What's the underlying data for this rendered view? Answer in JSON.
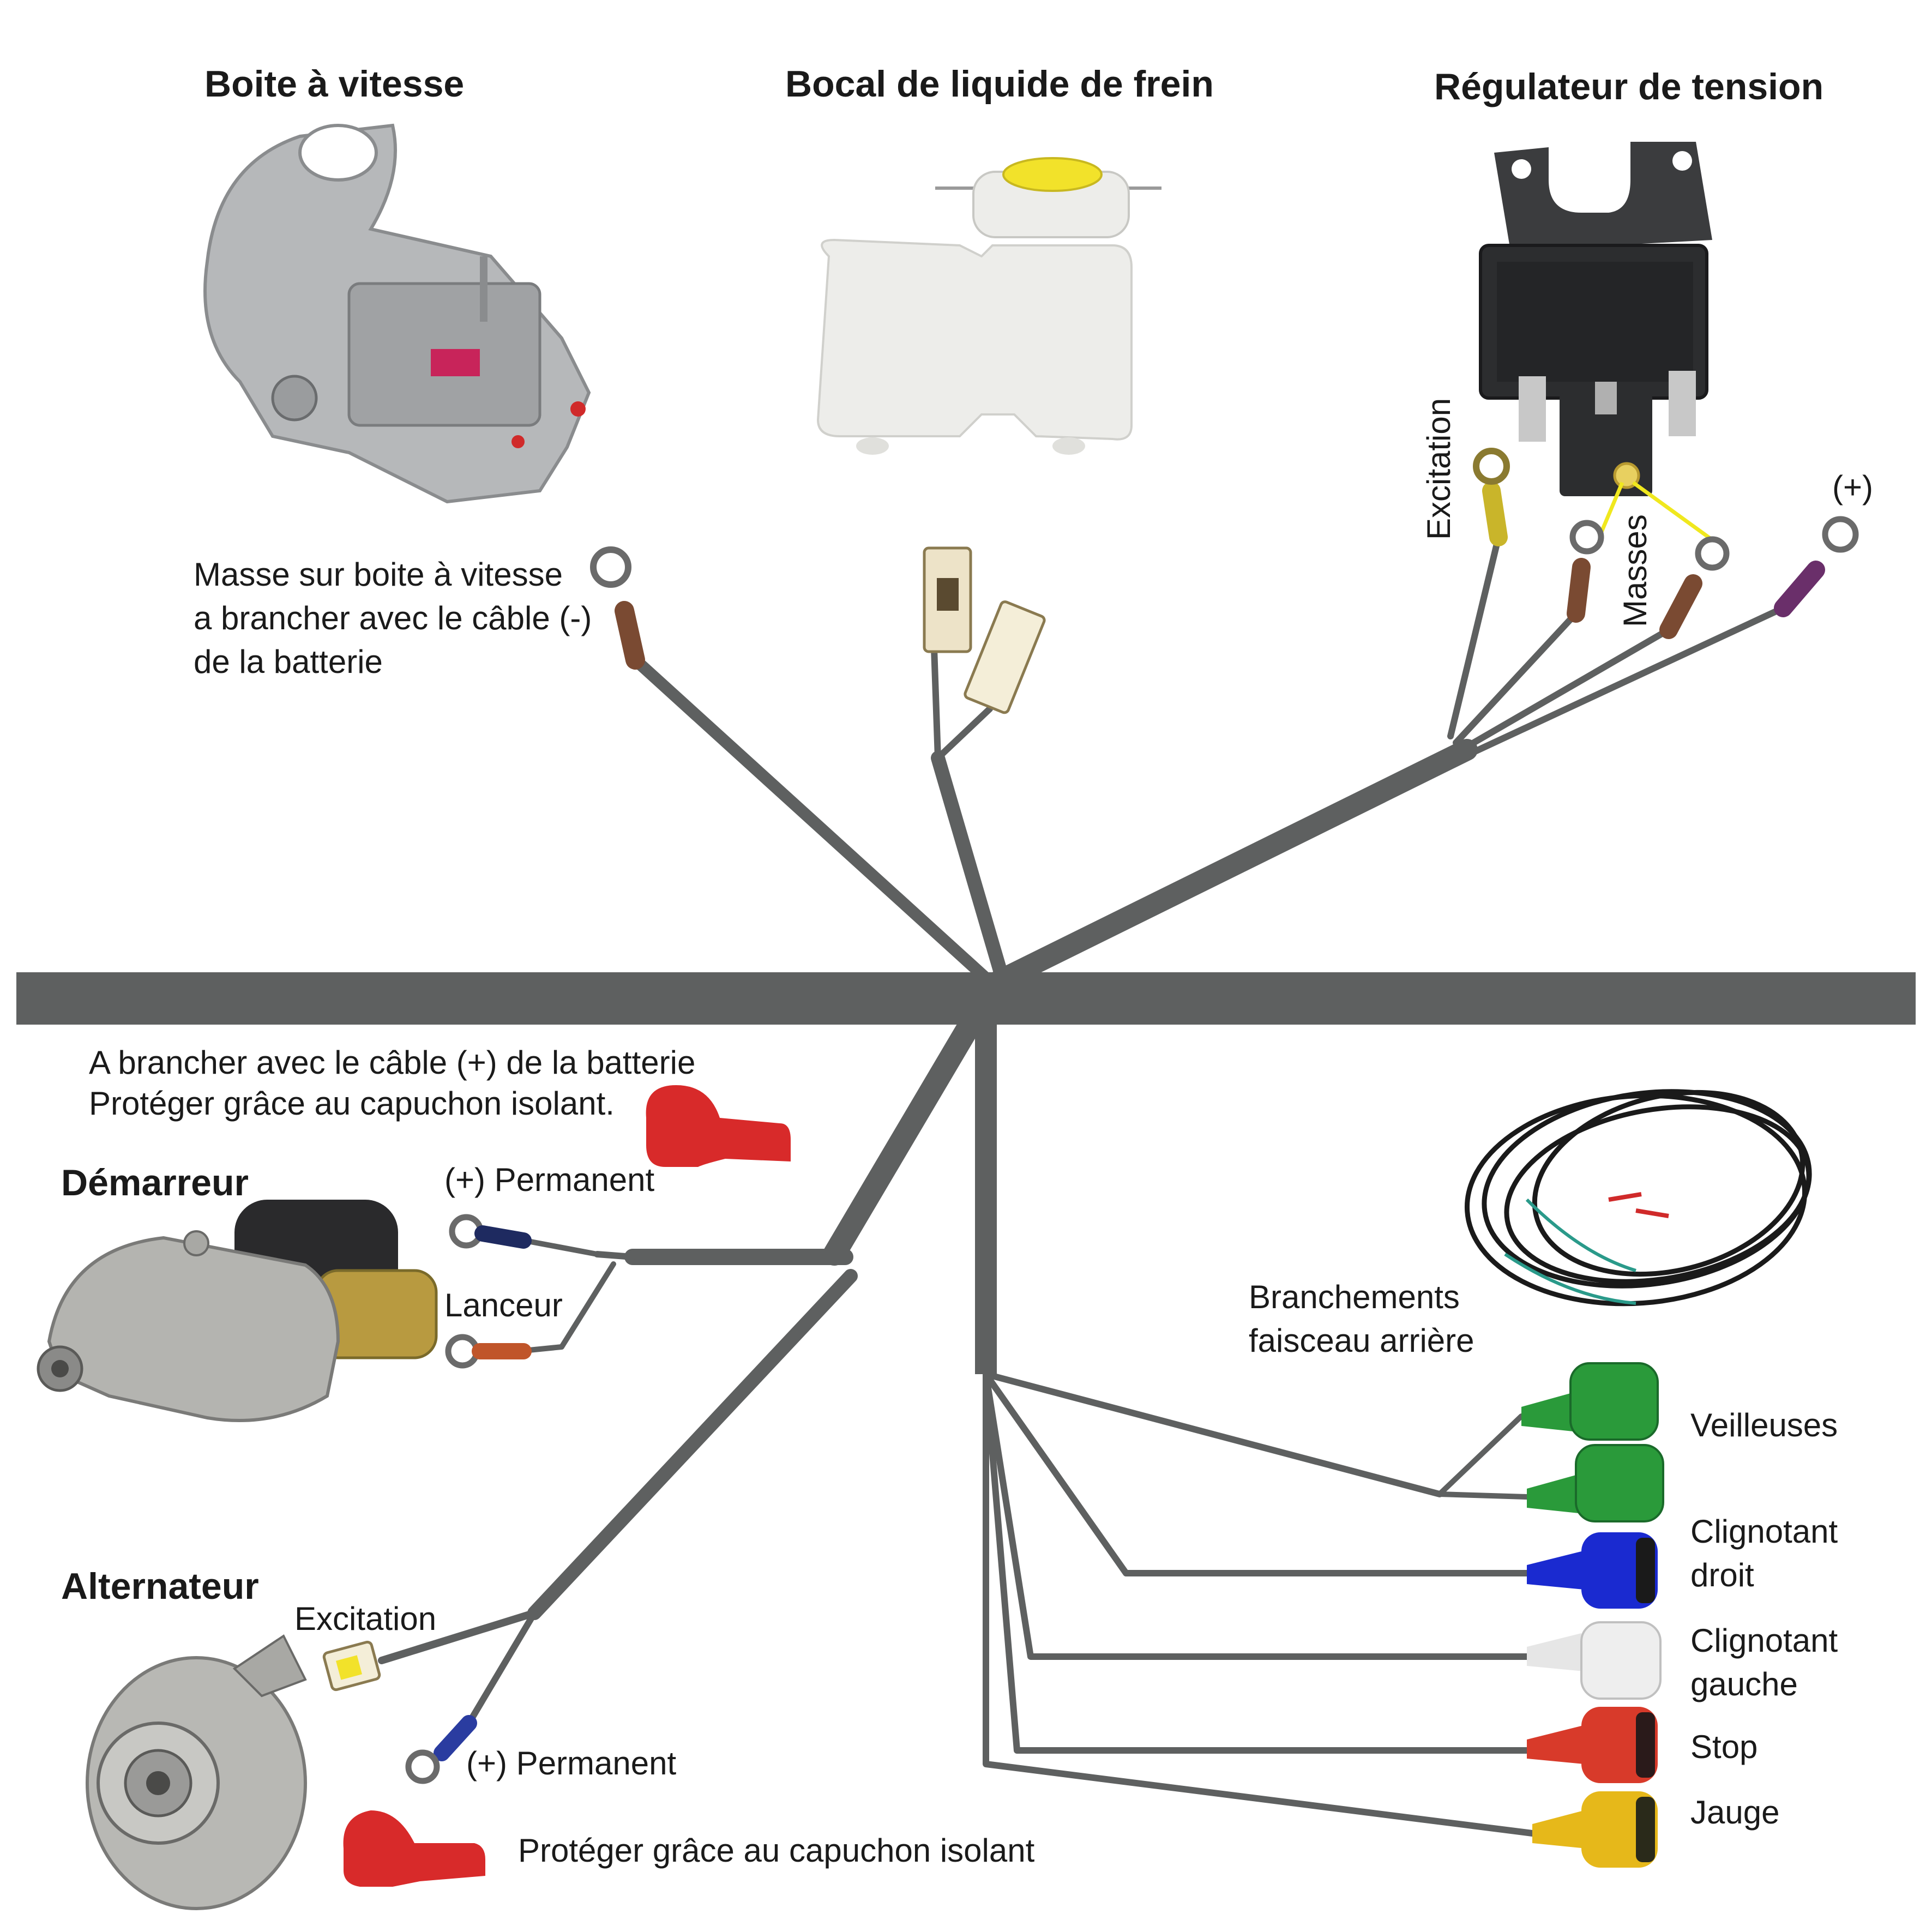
{
  "colors": {
    "wire": "#5e6060",
    "background": "#ffffff",
    "gearbox": "#b6b8ba",
    "reservoir": "#ededea",
    "reservoir_cap": "#f2e22a",
    "regulator": "#3b3c3e",
    "arrow": "#f0e81e",
    "excitation_wire": "#c9b52a",
    "mass_wire": "#7a4a32",
    "positive_wire": "#6a2f6a",
    "gearbox_ground_wire": "#7a4a32",
    "starter_permanent_wire": "#1e2a60",
    "starter_lanceur_wire": "#c0552a",
    "alternator_permanent_wire": "#2a3ca0",
    "red_cap": "#d82a2a",
    "connector_green": "#2a9a3a",
    "connector_blue": "#1a2ad0",
    "connector_white": "#eeeeee",
    "connector_red": "#d83a2a",
    "connector_yellow": "#e6b81a"
  },
  "top": {
    "gearbox_title": "Boite à vitesse",
    "reservoir_title": "Bocal de liquide de frein",
    "regulator_title": "Régulateur de tension",
    "gearbox_note": [
      "Masse sur boite à vitesse",
      "a brancher avec le câble (-)",
      "de la batterie"
    ],
    "regulator_excitation": "Excitation",
    "regulator_masses": "Masses",
    "regulator_plus": "(+)"
  },
  "left": {
    "battery_note": [
      "A brancher avec le câble (+) de la batterie",
      "Protéger grâce au capuchon isolant."
    ],
    "starter_title": "Démarreur",
    "starter_permanent": "(+) Permanent",
    "starter_lanceur": "Lanceur",
    "alternator_title": "Alternateur",
    "alternator_excitation": "Excitation",
    "alternator_permanent": "(+) Permanent",
    "alternator_cap_note": "Protéger grâce au capuchon isolant"
  },
  "right": {
    "rear_harness": [
      "Branchements",
      "faisceau arrière"
    ],
    "connectors": {
      "veilleuses": "Veilleuses",
      "clignotant_droit": [
        "Clignotant",
        "droit"
      ],
      "clignotant_gauche": [
        "Clignotant",
        "gauche"
      ],
      "stop": "Stop",
      "jauge": "Jauge"
    }
  }
}
